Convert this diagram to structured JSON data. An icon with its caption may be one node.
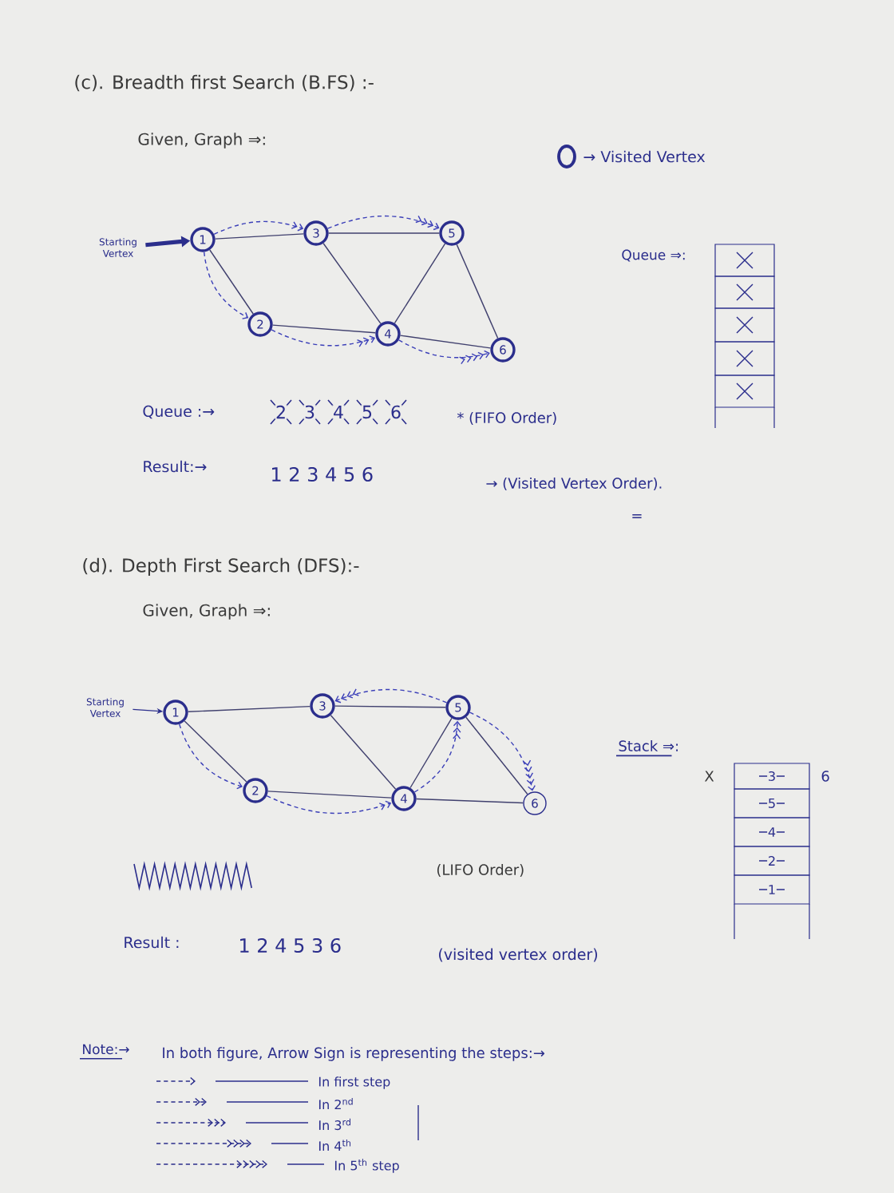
{
  "diagram": {
    "nodes": [
      {
        "text": [
          "Starting Vertex"
        ]
      },
      {
        "text": [
          "1"
        ]
      },
      {
        "text": [
          "3"
        ]
      },
      {
        "text": [
          "5"
        ]
      },
      {
        "text": [
          "2"
        ]
      },
      {
        "text": [
          "4"
        ]
      },
      {
        "text": [
          "6"
        ]
      },
      {
        "text": [
          "Starting Vertex"
        ]
      },
      {
        "text": [
          "1"
        ]
      },
      {
        "text": [
          "3"
        ]
      },
      {
        "text": [
          "5"
        ]
      },
      {
        "text": [
          "2"
        ]
      },
      {
        "text": [
          "4"
        ]
      },
      {
        "text": [
          "6"
        ]
      }
    ],
    "edges": [
      {
        "from": 0,
        "to": 1,
        "arrow": "to",
        "style": "thick"
      },
      {
        "from": 1,
        "to": 2,
        "arrow": "none"
      },
      {
        "from": 2,
        "to": 3,
        "arrow": "none"
      },
      {
        "from": 1,
        "to": 4,
        "arrow": "none"
      },
      {
        "from": 4,
        "to": 5,
        "arrow": "none"
      },
      {
        "from": 2,
        "to": 5,
        "arrow": "none"
      },
      {
        "from": 5,
        "to": 3,
        "arrow": "none"
      },
      {
        "from": 5,
        "to": 6,
        "arrow": "none"
      },
      {
        "from": 3,
        "to": 6,
        "arrow": "none"
      },
      {
        "from": 1,
        "to": 2,
        "arrow": "to",
        "style": "dashed",
        "color": "#3b3fb8"
      },
      {
        "from": 2,
        "to": 3,
        "arrow": "to",
        "style": "dashed",
        "color": "#3b3fb8"
      },
      {
        "from": 1,
        "to": 4,
        "arrow": "to",
        "style": "dashed",
        "color": "#3b3fb8"
      },
      {
        "from": 4,
        "to": 5,
        "arrow": "to",
        "style": "dashed",
        "color": "#3b3fb8"
      },
      {
        "from": 5,
        "to": 6,
        "arrow": "to",
        "style": "dashed",
        "color": "#3b3fb8"
      },
      {
        "from": 7,
        "to": 8,
        "arrow": "to"
      },
      {
        "from": 8,
        "to": 9,
        "arrow": "none"
      },
      {
        "from": 9,
        "to": 10,
        "arrow": "none"
      },
      {
        "from": 8,
        "to": 11,
        "arrow": "none"
      },
      {
        "from": 11,
        "to": 12,
        "arrow": "none"
      },
      {
        "from": 9,
        "to": 12,
        "arrow": "none"
      },
      {
        "from": 12,
        "to": 10,
        "arrow": "none"
      },
      {
        "from": 12,
        "to": 13,
        "arrow": "none"
      },
      {
        "from": 10,
        "to": 13,
        "arrow": "none"
      },
      {
        "from": 8,
        "to": 11,
        "arrow": "to",
        "style": "dashed",
        "color": "#3b3fb8"
      },
      {
        "from": 11,
        "to": 12,
        "arrow": "to",
        "style": "dashed",
        "color": "#3b3fb8"
      },
      {
        "from": 12,
        "to": 10,
        "arrow": "to",
        "style": "dashed",
        "color": "#3b3fb8"
      },
      {
        "from": 10,
        "to": 13,
        "arrow": "to",
        "style": "dashed",
        "color": "#3b3fb8"
      },
      {
        "from": 10,
        "to": 9,
        "arrow": "to",
        "style": "dashed",
        "color": "#3b3fb8"
      }
    ],
    "labels": [
      "(c). Breadth first Search (B.FS) :-",
      "Given, Graph ⇒:",
      "Queue ⇒:",
      "Queue :→",
      "2",
      "3",
      "4",
      "5",
      "6",
      "* (FIFO Order)",
      "Result:→",
      "1 2 3 4 5 6",
      "→ (Visited Vertex Order).",
      "=",
      "(d). Depth First Search (DFS):-",
      "Given, Graph ⇒:",
      "Stack ⇒:",
      "X",
      "3",
      "6",
      "5",
      "4",
      "2",
      "1",
      "(LIFO Order)",
      "Result :",
      "1 2 4 5 3 6",
      "(visited vertex order)",
      "Note:→",
      "In both figure, Arrow Sign is representing the steps:→"
    ],
    "legend": [
      {
        "text": "→ Visited Vertex"
      },
      {
        "text": "In first step"
      },
      {
        "text": "In 2$^{nd}$"
      },
      {
        "text": "In 3$^{rd}$"
      },
      {
        "text": "In 4$^{th}$"
      },
      {
        "text": "In 5$^{th}$ step"
      }
    ]
  }
}
